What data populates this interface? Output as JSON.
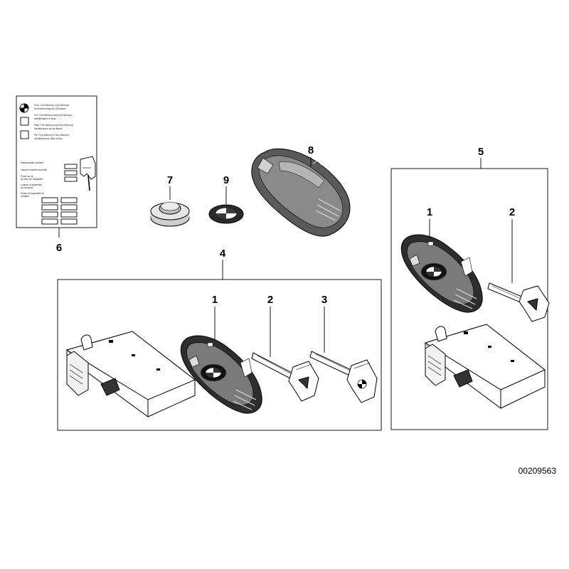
{
  "diagram": {
    "drawing_number": "00209563",
    "callouts": {
      "c1_kit": "1",
      "c2_kit": "2",
      "c3_kit": "3",
      "c4": "4",
      "c5": "5",
      "c6": "6",
      "c7": "7",
      "c8": "8",
      "c9": "9",
      "c1_right": "1",
      "c2_right": "2"
    },
    "card_lines": [
      "Pour \"Car Memory, Key Memory\"",
      "Kennzeichnung der Schlüssel",
      "For \"Car Memory and Key Memory\"",
      "Identification of keys",
      "Para \"Car Memory and Key Memory\"",
      "Identificación de las llaves",
      "Per \"Car Memory e Key Memory\"",
      "Identificazione delle chiavi",
      "Räderfamilie montiert",
      "Lieues et stiefel warnelle",
      "Porte sur la",
      "au vers de l'étiquette",
      "Limpiar la superficie",
      "de contacto",
      "Pulisci la superficie di",
      "contatto"
    ]
  }
}
